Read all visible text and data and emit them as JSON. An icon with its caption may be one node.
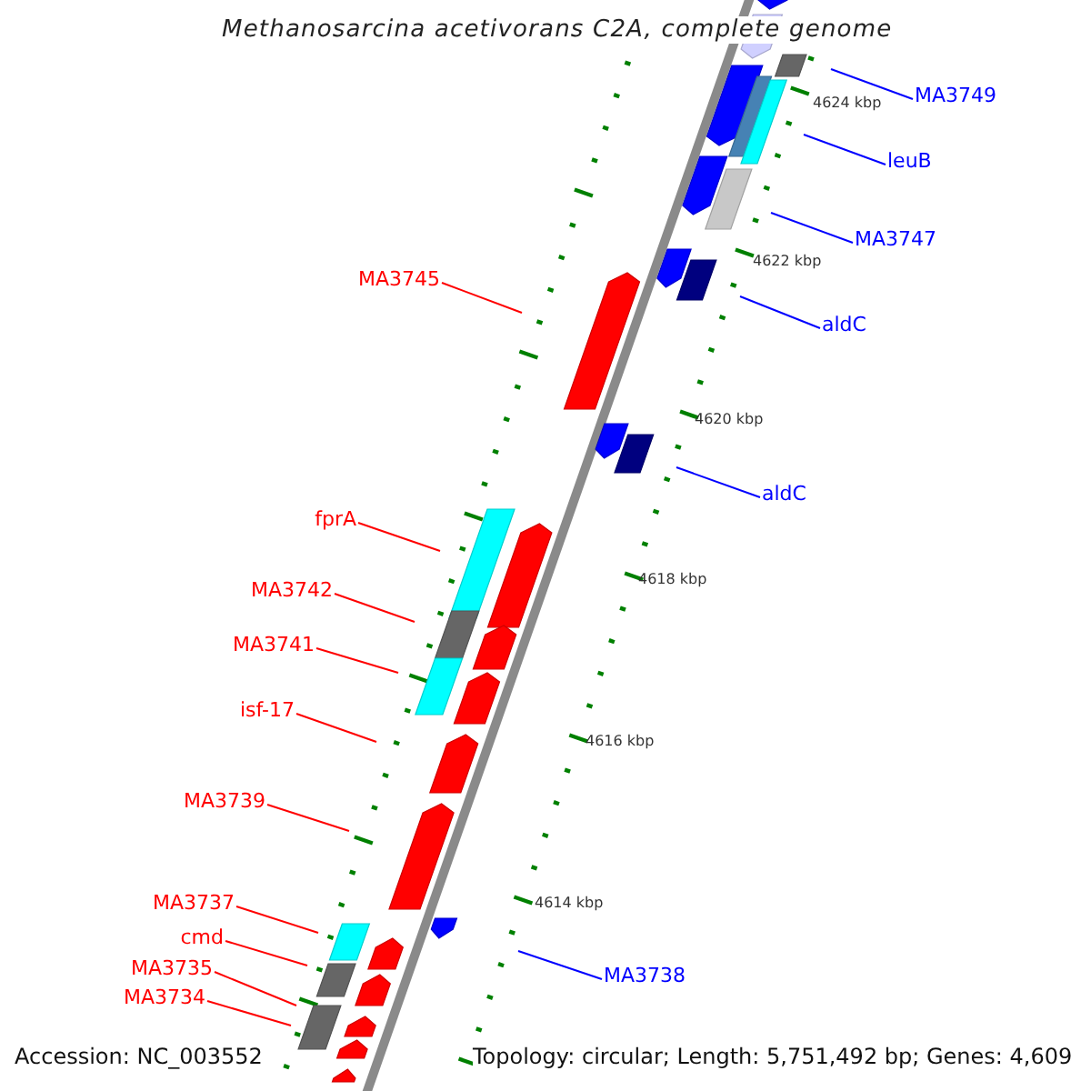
{
  "diagram": {
    "title": "Methanosarcina acetivorans C2A, complete genome",
    "nodes": [
      {
        "text": [
          "MA3749"
        ]
      },
      {
        "text": [
          "leuB"
        ]
      },
      {
        "text": [
          "MA3747"
        ]
      },
      {
        "text": [
          "MA3745"
        ]
      },
      {
        "text": [
          "aldC"
        ]
      },
      {
        "text": [
          "aldC"
        ]
      },
      {
        "text": [
          "fprA"
        ]
      },
      {
        "text": [
          "MA3742"
        ]
      },
      {
        "text": [
          "MA3741"
        ]
      },
      {
        "text": [
          "isf-17"
        ]
      },
      {
        "text": [
          "MA3739"
        ]
      },
      {
        "text": [
          "MA3737"
        ]
      },
      {
        "text": [
          "cmd"
        ]
      },
      {
        "text": [
          "MA3735"
        ]
      },
      {
        "text": [
          "MA3738"
        ]
      },
      {
        "text": [
          "MA3734"
        ]
      }
    ],
    "edges": [
      {
        "from": 0,
        "to": null,
        "arrow": "none",
        "color": "#0000ff"
      },
      {
        "from": 1,
        "to": null,
        "arrow": "none",
        "color": "#0000ff"
      },
      {
        "from": 2,
        "to": null,
        "arrow": "none",
        "color": "#0000ff"
      },
      {
        "from": 3,
        "to": null,
        "arrow": "none"
      },
      {
        "from": 4,
        "to": null,
        "arrow": "none",
        "color": "#0000ff"
      },
      {
        "from": 5,
        "to": null,
        "arrow": "none",
        "color": "#0000ff"
      },
      {
        "from": 6,
        "to": null,
        "arrow": "none"
      },
      {
        "from": 7,
        "to": null,
        "arrow": "none"
      },
      {
        "from": 8,
        "to": null,
        "arrow": "none"
      },
      {
        "from": 9,
        "to": null,
        "arrow": "none"
      },
      {
        "from": 10,
        "to": null,
        "arrow": "none"
      },
      {
        "from": 11,
        "to": null,
        "arrow": "none"
      },
      {
        "from": 12,
        "to": null,
        "arrow": "none"
      },
      {
        "from": 13,
        "to": null,
        "arrow": "none"
      },
      {
        "from": 14,
        "to": null,
        "arrow": "none",
        "color": "#0000ff"
      },
      {
        "from": 15,
        "to": null,
        "arrow": "none"
      }
    ],
    "labels": [
      "4624 kbp",
      "4622 kbp",
      "4620 kbp",
      "4618 kbp",
      "4616 kbp",
      "4614 kbp",
      "Accession: NC_003552",
      "Topology: circular; Length: 5,751,492 bp; Genes: 4,609"
    ]
  }
}
